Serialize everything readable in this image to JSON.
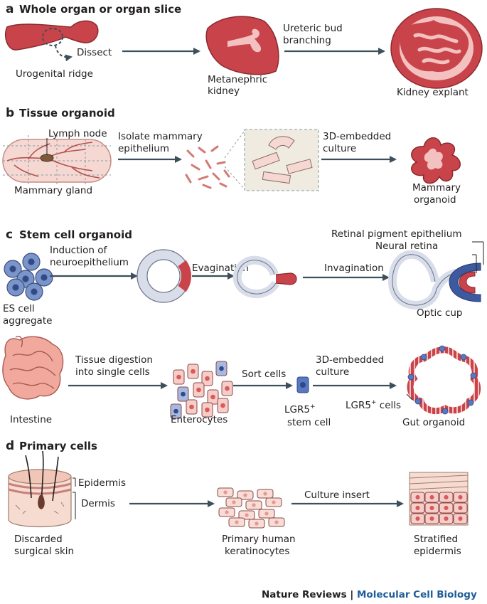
{
  "colors": {
    "tissue": "#c9444a",
    "tissue_dark": "#8a2a2f",
    "light": "#f3c2c0",
    "arrow": "#3d4f5c",
    "cell_red": "#d85a5a",
    "cell_pink": "#f6cdc8",
    "stem_blue": "#5a78c0",
    "cup_fill": "#d8dde9",
    "footer_blue": "#1f5c99"
  },
  "a": {
    "letter": "a",
    "title": "Whole organ or organ slice",
    "urogenital": "Urogenital ridge",
    "dissect": "Dissect",
    "branch1": "Ureteric bud",
    "branch2": "branching",
    "meta1": "Metanephric",
    "meta2": "kidney",
    "explant": "Kidney explant"
  },
  "b": {
    "letter": "b",
    "title": "Tissue organoid",
    "lymph": "Lymph node",
    "gland": "Mammary gland",
    "isolate1": "Isolate mammary",
    "isolate2": "epithelium",
    "embed1": "3D-embedded",
    "embed2": "culture",
    "organoid1": "Mammary",
    "organoid2": "organoid"
  },
  "c": {
    "letter": "c",
    "title": "Stem cell organoid",
    "induction1": "Induction of",
    "induction2": "neuroepithelium",
    "es1": "ES cell",
    "es2": "aggregate",
    "evagination": "Evagination",
    "invagination": "Invagination",
    "rpe": "Retinal pigment epithelium",
    "neural": "Neural retina",
    "optic": "Optic cup",
    "digest1": "Tissue digestion",
    "digest2": "into single cells",
    "sort": "Sort cells",
    "embed1": "3D-embedded",
    "embed2": "culture",
    "intestine": "Intestine",
    "enterocytes": "Enterocytes",
    "lgr_stem1": "LGR5",
    "lgr_sup": "+",
    "lgr_stem2": "stem cell",
    "lgr_cells1": "LGR5",
    "lgr_cells2": " cells",
    "gut": "Gut organoid"
  },
  "d": {
    "letter": "d",
    "title": "Primary cells",
    "epidermis": "Epidermis",
    "dermis": "Dermis",
    "skin1": "Discarded",
    "skin2": "surgical skin",
    "kera1": "Primary human",
    "kera2": "keratinocytes",
    "insert": "Culture insert",
    "strat1": "Stratified",
    "strat2": "epidermis"
  },
  "footer": {
    "journal": "Nature Reviews",
    "sep": " | ",
    "subject": "Molecular Cell Biology"
  }
}
